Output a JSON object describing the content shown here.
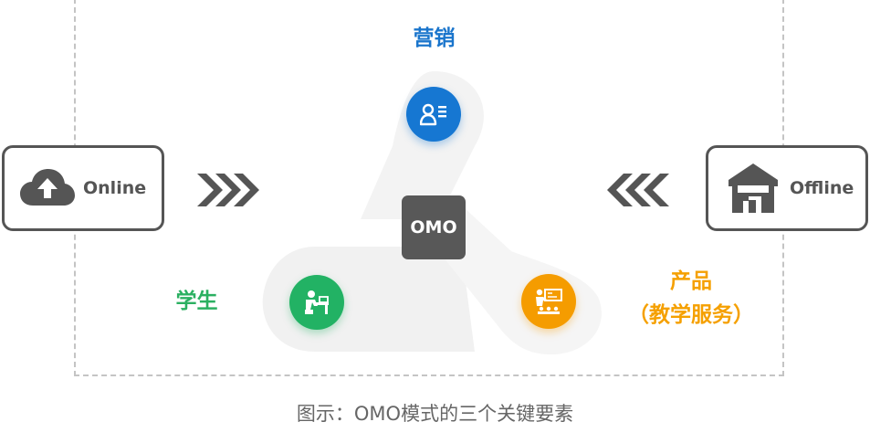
{
  "diagram": {
    "left_box": {
      "label": "Online",
      "icon": "cloud-upload-icon"
    },
    "right_box": {
      "label": "Offline",
      "icon": "store-icon"
    },
    "center_label": "OMO",
    "nodes": {
      "marketing": {
        "label": "营销",
        "icon": "contact-card-icon",
        "color": "#1677d2"
      },
      "student": {
        "label": "学生",
        "icon": "student-desk-icon",
        "color": "#22b264"
      },
      "product": {
        "label_line1": "产品",
        "label_line2": "（教学服务）",
        "icon": "teacher-board-icon",
        "color": "#f59c00"
      }
    },
    "arrows": {
      "left": "chevron-right-double-icon",
      "right": "chevron-left-double-icon",
      "color": "#555555"
    },
    "caption": "图示：OMO模式的三个关键要素"
  }
}
